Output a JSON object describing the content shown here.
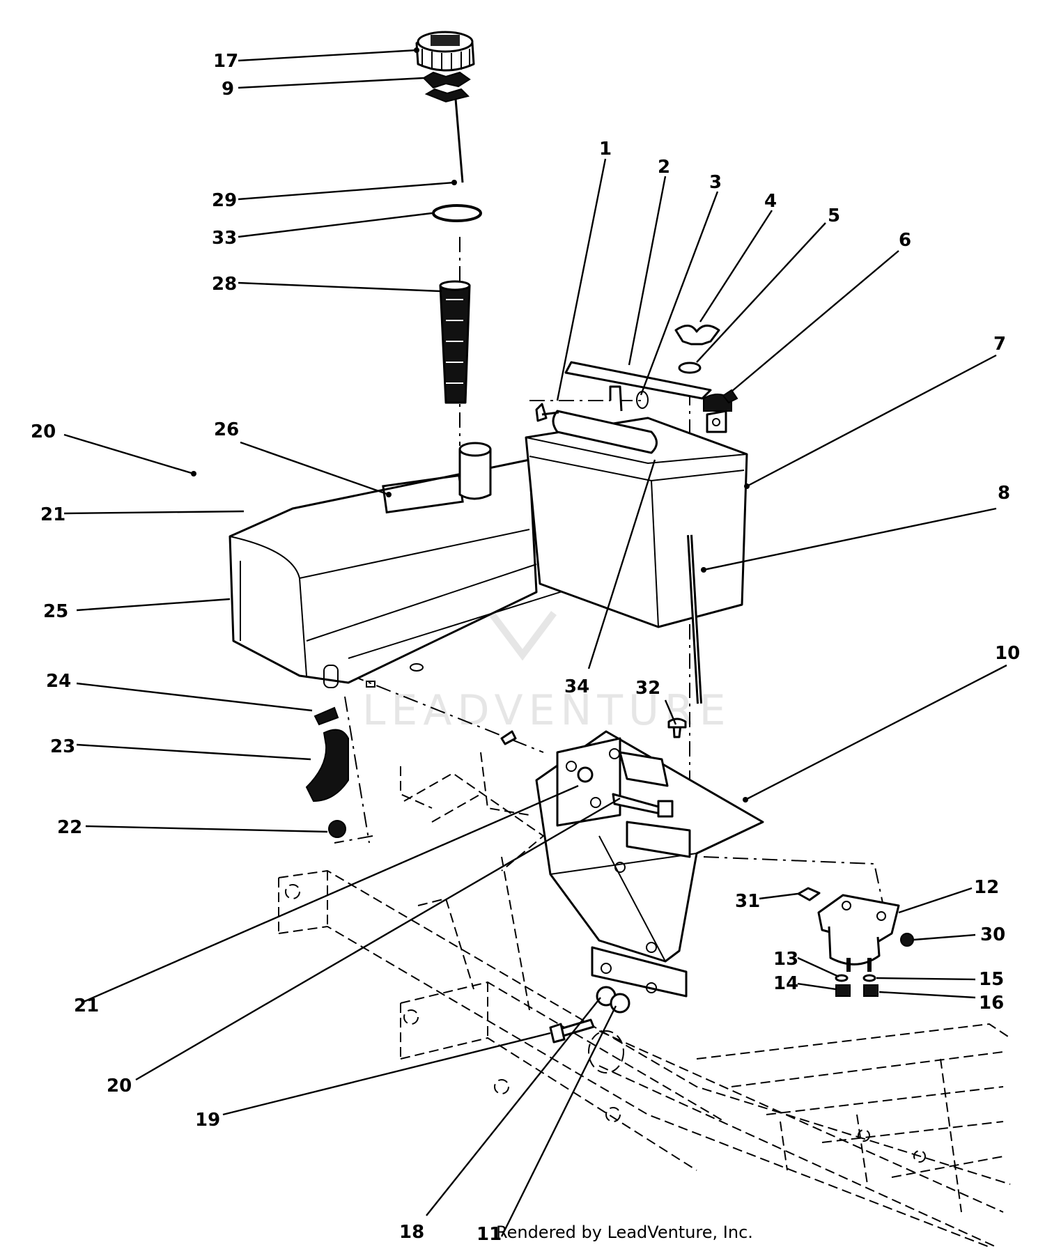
{
  "diagram": {
    "watermark": "LEADVENTURE",
    "credit": "Rendered by LeadVenture, Inc.",
    "callouts": {
      "c1": "1",
      "c2": "2",
      "c3": "3",
      "c4": "4",
      "c5": "5",
      "c6": "6",
      "c7": "7",
      "c8": "8",
      "c9": "9",
      "c10": "10",
      "c11": "11",
      "c12": "12",
      "c13": "13",
      "c14": "14",
      "c15": "15",
      "c16": "16",
      "c17": "17",
      "c18": "18",
      "c19": "19",
      "c20a": "20",
      "c20b": "20",
      "c21a": "21",
      "c21b": "21",
      "c22": "22",
      "c23": "23",
      "c24": "24",
      "c25": "25",
      "c26": "26",
      "c28": "28",
      "c29": "29",
      "c30": "30",
      "c31": "31",
      "c32": "32",
      "c33": "33",
      "c34": "34"
    }
  }
}
